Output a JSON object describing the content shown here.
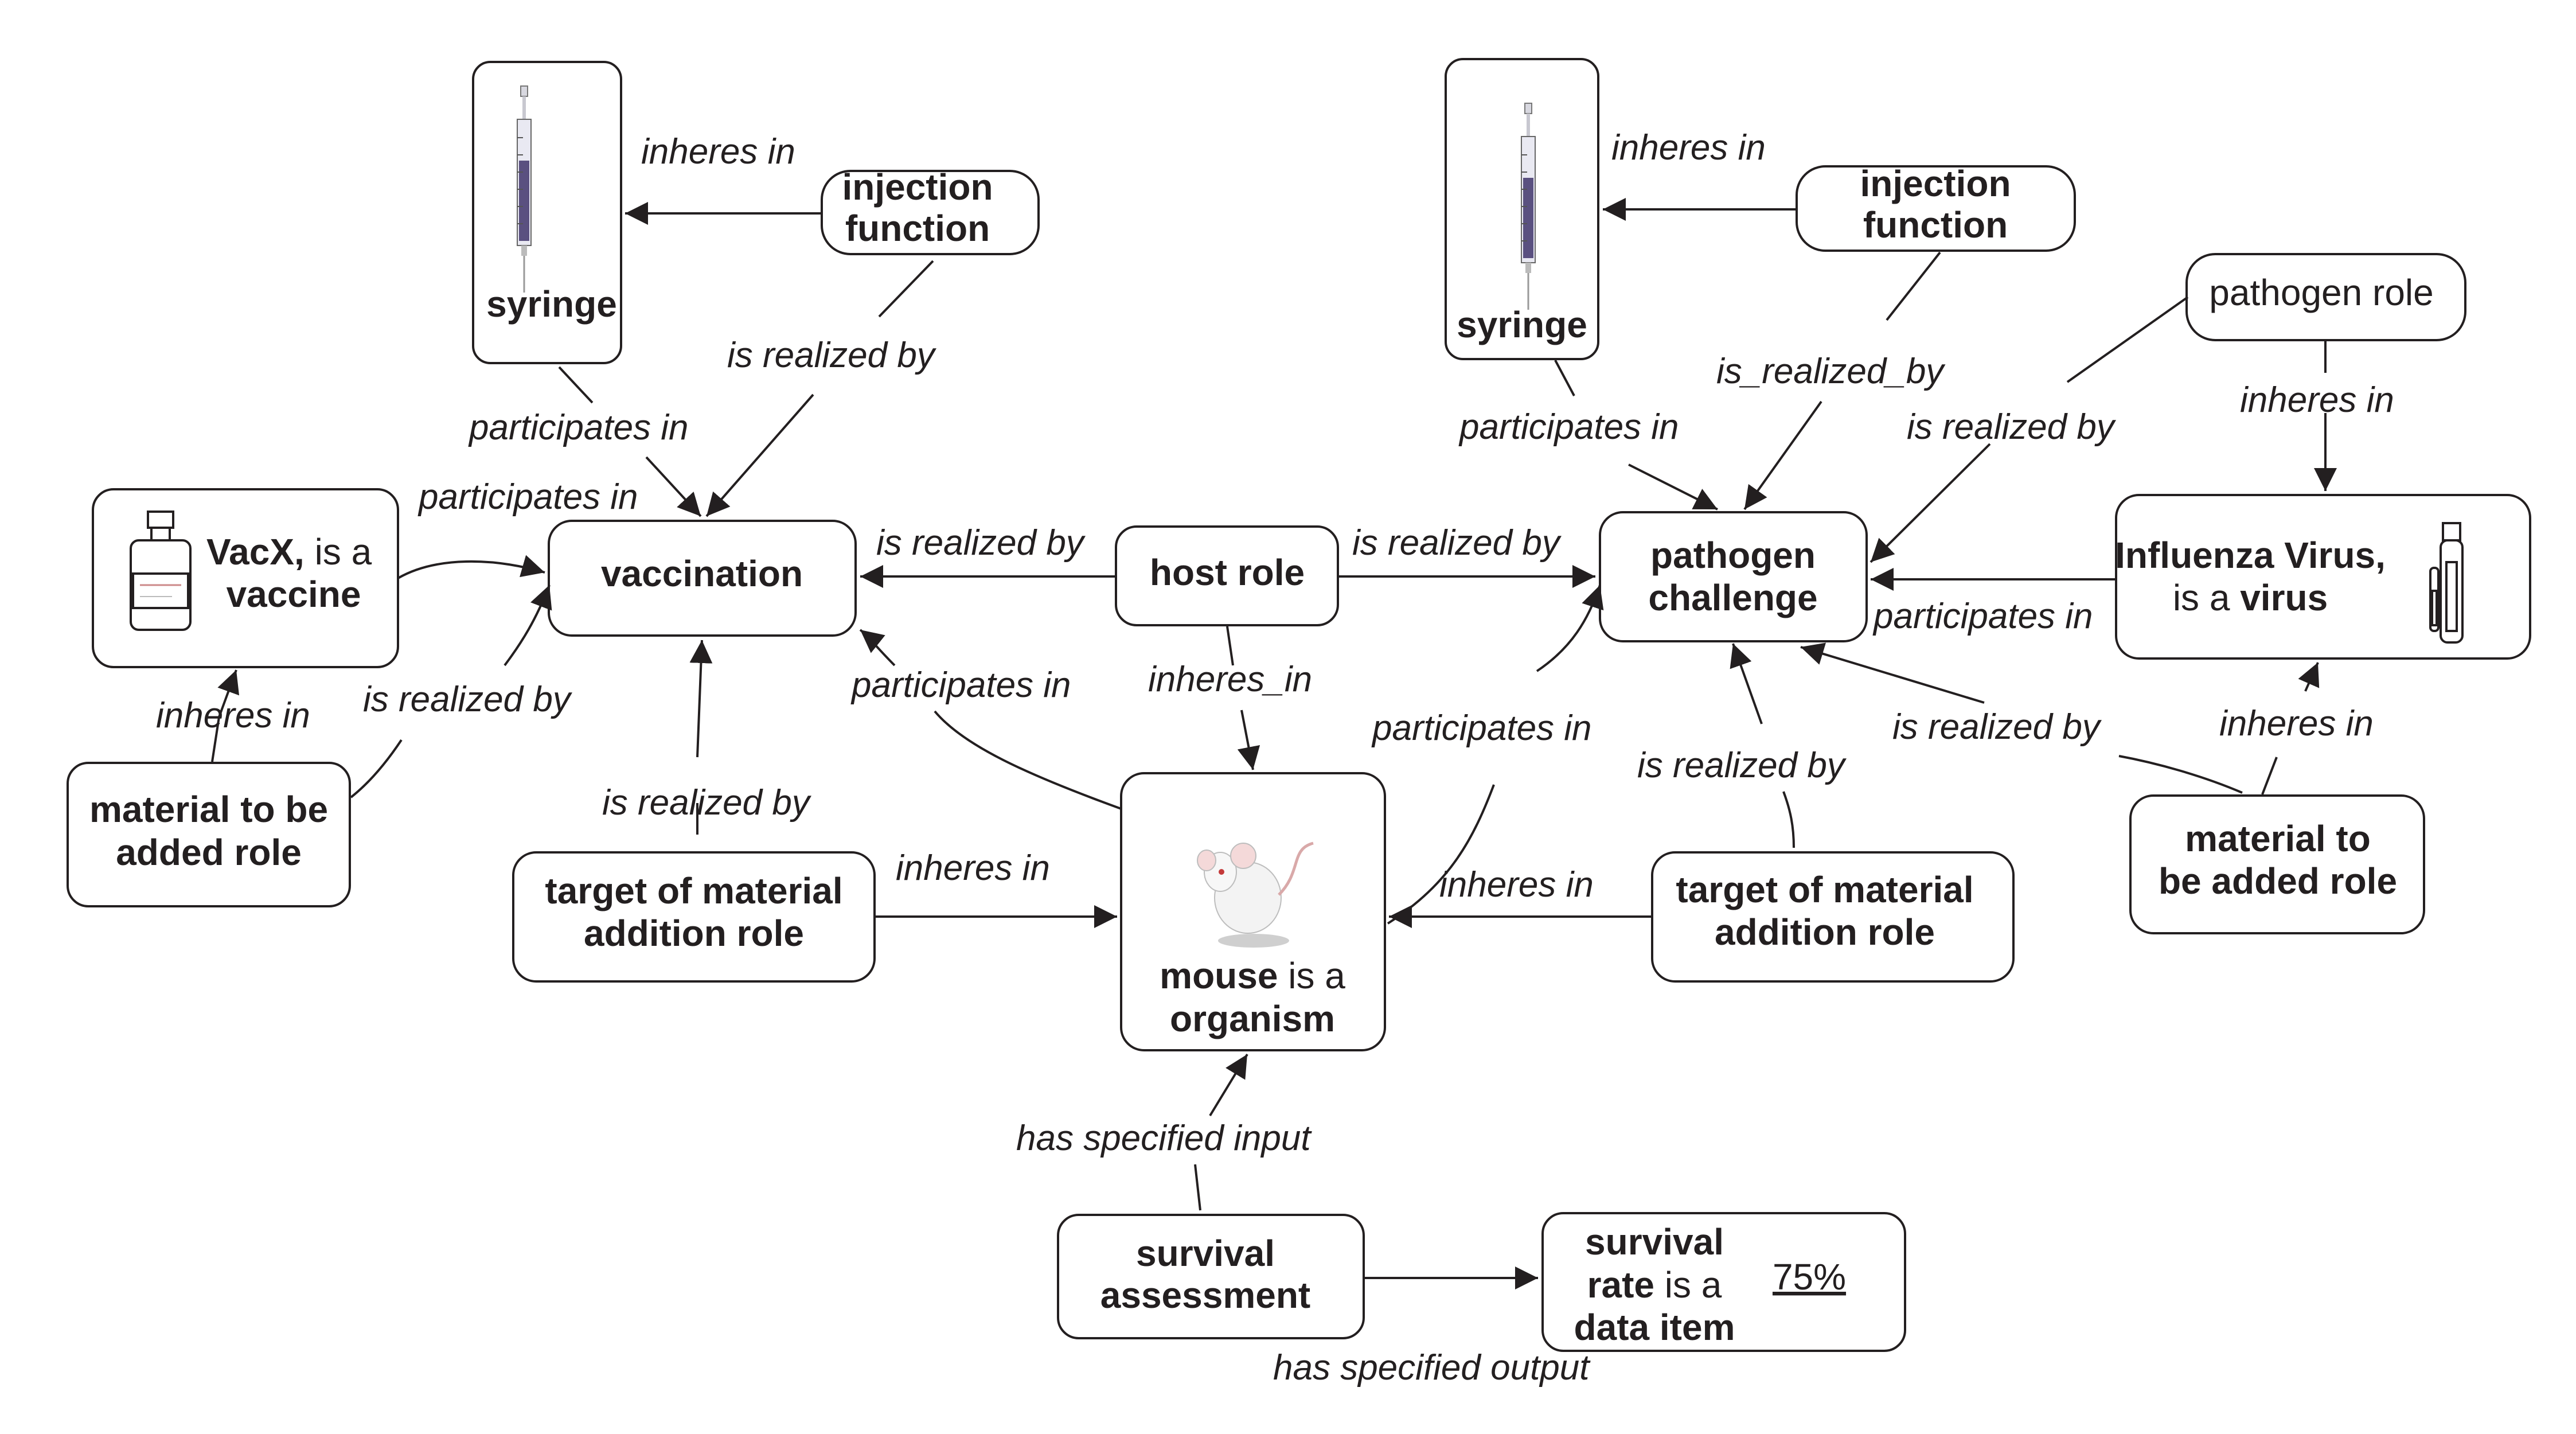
{
  "nodes": {
    "syringe_left": "syringe",
    "injection_left_1": "injection",
    "injection_left_2": "function",
    "syringe_right": "syringe",
    "injection_right_1": "injection",
    "injection_right_2": "function",
    "pathogen_role": "pathogen role",
    "vacx_bold": "VacX,",
    "vacx_is_a": " is a",
    "vacx_vaccine": "vaccine",
    "vaccination": "vaccination",
    "host_role": "host role",
    "pathogen_challenge_1": "pathogen",
    "pathogen_challenge_2": "challenge",
    "influenza_bold": "Influenza Virus,",
    "influenza_is_a": "is a ",
    "influenza_virus": "virus",
    "material_left_1": "material to be",
    "material_left_2": "added role",
    "target_left_1": "target of material",
    "target_left_2": "addition role",
    "mouse_bold": "mouse",
    "mouse_is_a": " is a",
    "mouse_organism": "organism",
    "target_right_1": "target of material",
    "target_right_2": "addition role",
    "material_right_1": "material to",
    "material_right_2": "be added role",
    "survival_assessment_1": "survival",
    "survival_assessment_2": "assessment",
    "survival_rate_1": "survival",
    "survival_rate_2a": "rate",
    "survival_rate_2b": " is a",
    "survival_rate_3": "data item",
    "survival_value": "75%"
  },
  "edge_labels": {
    "l_inheres_syringe_left": "inheres in",
    "l_realized_injection_left": "is realized by",
    "l_participates_syringe_left": "participates in",
    "l_participates_vacx": "participates in",
    "l_inheres_material_left": "inheres in",
    "l_realized_material_left": "is realized by",
    "l_realized_host_vaccination": "is realized by",
    "l_realized_host_pathogen": "is realized by",
    "l_inheres_host_mouse": "inheres_in",
    "l_participates_mouse_vaccination": "participates in",
    "l_realized_target_left": "is realized by",
    "l_inheres_target_left": "inheres in",
    "l_inheres_syringe_right": "inheres in",
    "l_realized_injection_right": "is_realized_by",
    "l_participates_syringe_right": "participates in",
    "l_realized_pathogen_role": "is realized by",
    "l_inheres_pathogen_role": "inheres in",
    "l_participates_influenza": "participates in",
    "l_participates_mouse_pathogen": "participates in",
    "l_realized_target_right": "is realized by",
    "l_realized_material_right": "is realized by",
    "l_inheres_material_right": "inheres in",
    "l_inheres_target_right": "inheres in",
    "l_specified_input": "has specified input",
    "l_specified_output": "has specified output"
  },
  "images": {
    "syringe_left": "syringe-image",
    "syringe_right": "syringe-image",
    "vial": "vaccine-vial-image",
    "tube": "virus-tube-image",
    "mouse": "white-mouse-image"
  },
  "colors": {
    "stroke": "#231f20",
    "background": "#ffffff"
  }
}
